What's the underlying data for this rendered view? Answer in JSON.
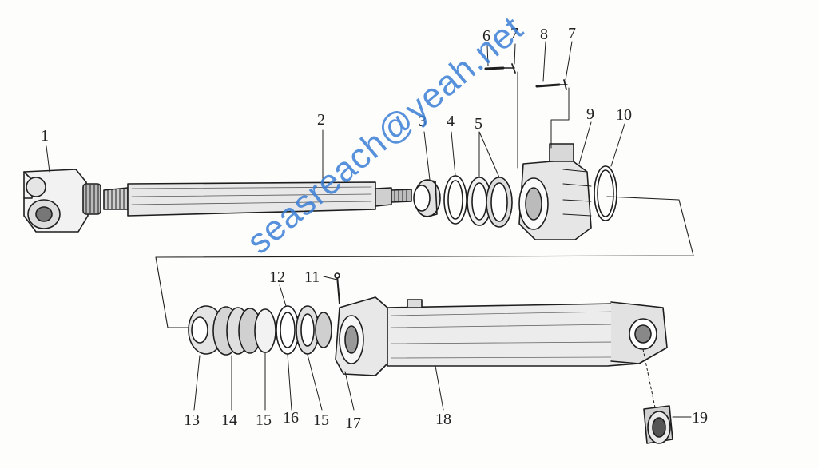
{
  "diagram": {
    "labels": [
      "1",
      "2",
      "3",
      "4",
      "5",
      "6",
      "7",
      "8",
      "7",
      "9",
      "10",
      "11",
      "12",
      "13",
      "14",
      "15",
      "16",
      "15",
      "17",
      "18",
      "19"
    ]
  },
  "watermark": {
    "text": "seasreach@yeah.net"
  },
  "colors": {
    "ink": "#1e1e1e",
    "paper": "#fdfdfc",
    "watermark": "#3b7fd6"
  }
}
